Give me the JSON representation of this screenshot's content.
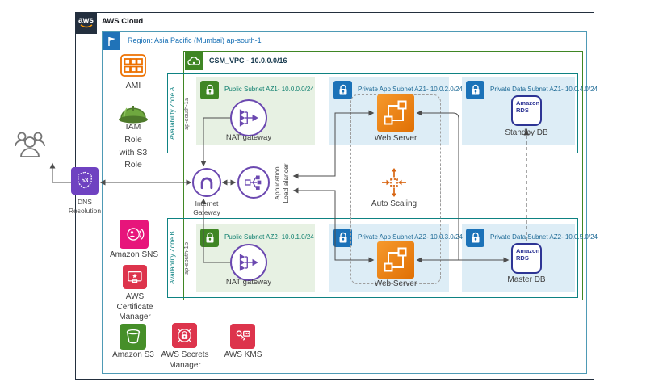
{
  "aws_cloud": {
    "logo": "aws",
    "label": "AWS Cloud"
  },
  "region": {
    "label": "Region: Asia Pacific (Mumbai) ap-south-1"
  },
  "vpc": {
    "label": "CSM_VPC - 10.0.0.0/16"
  },
  "zones": {
    "a": {
      "label": "Availability Zone A",
      "code": "ap-south-1a"
    },
    "b": {
      "label": "Availability Zone B",
      "code": "ap-south-1b"
    }
  },
  "subnets": {
    "public_az1": {
      "title": "Public Subnet AZ1- 10.0.0.0/24",
      "node_label": "NAT gateway"
    },
    "app_az1": {
      "title": "Private App Subnet AZ1- 10.0.2.0/24",
      "node_label": "Web Server"
    },
    "data_az1": {
      "title": "Private Data Subnet AZ1- 10.0.4.0/24",
      "node_label": "Standby DB",
      "db_icon_text": "Amazon RDS"
    },
    "public_az2": {
      "title": "Public Subnet AZ2- 10.0.1.0/24",
      "node_label": "NAT gateway"
    },
    "app_az2": {
      "title": "Private App Subnet AZ2- 10.0.3.0/24",
      "node_label": "Web Server"
    },
    "data_az2": {
      "title": "Private Data Subnet AZ2- 10.0.5.0/24",
      "node_label": "Master DB",
      "db_icon_text": "Amazon RDS"
    }
  },
  "core": {
    "internet_gateway": "Internet\nGateway",
    "load_balancer": "Application\nLoad alancer",
    "auto_scaling": "Auto Scaling"
  },
  "services": {
    "ami": "AMI",
    "iam_role": "IAM\nRole\nwith S3\nRole",
    "sns": "Amazon SNS",
    "acm": "AWS\nCertificate\nManager",
    "s3": "Amazon S3",
    "secrets_manager": "AWS Secrets\nManager",
    "kms": "AWS KMS"
  },
  "external": {
    "dns": "DNS\nResolution"
  },
  "colors": {
    "aws_dark": "#232f3e",
    "orange": "#ed7100",
    "purple": "#6b48b0",
    "route53_purple": "#6f42c1",
    "green": "#3f8624",
    "blue": "#1b72b8",
    "red": "#dd344c",
    "pink": "#e7157b",
    "rds_navy": "#2d3494",
    "az_teal": "#0e8282",
    "region_blue": "#146eb4",
    "line_gray": "#4d4d4d"
  }
}
